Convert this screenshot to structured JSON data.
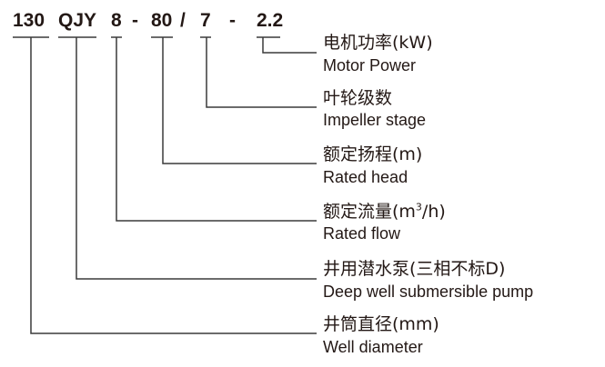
{
  "model_code": {
    "diameter": "130",
    "series": "QJY",
    "flow": "8",
    "dash1": "-",
    "head": "80",
    "slash": "/",
    "stage": "7",
    "dash2": "-",
    "power": "2.2"
  },
  "labels": [
    {
      "cn": "电机功率(kW)",
      "en": "Motor Power"
    },
    {
      "cn": "叶轮级数",
      "en": "Impeller stage"
    },
    {
      "cn": "额定扬程(m)",
      "en": "Rated head"
    },
    {
      "cn_before_sup": "额定流量(m",
      "cn_sup": "3",
      "cn_after_sup": "/h)",
      "en": "Rated flow"
    },
    {
      "cn": "井用潜水泵(三相不标D)",
      "en": "Deep well submersible pump"
    },
    {
      "cn": "井筒直径(mm)",
      "en": "Well diameter"
    }
  ],
  "colors": {
    "ink": "#231815",
    "line": "#3a3a3a",
    "background": "#ffffff"
  }
}
